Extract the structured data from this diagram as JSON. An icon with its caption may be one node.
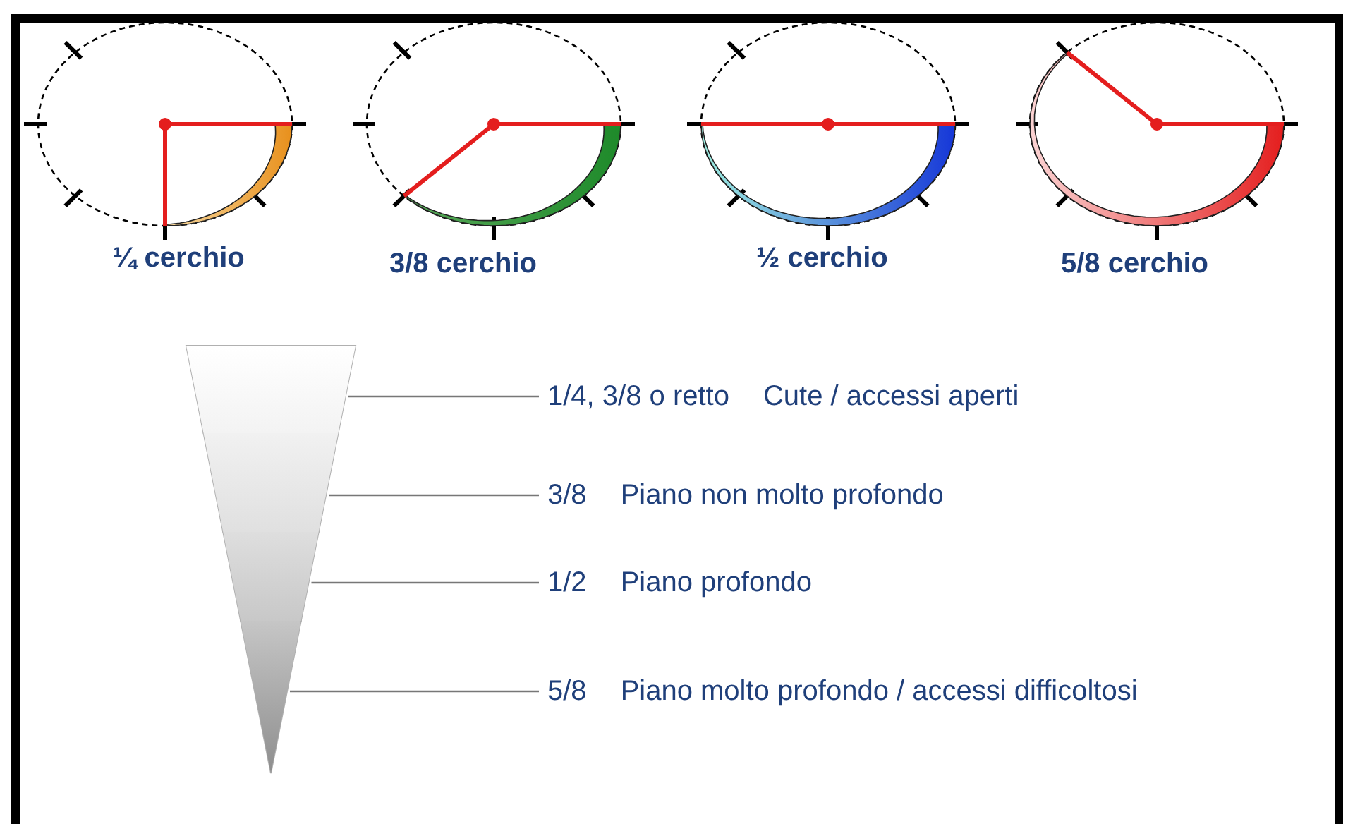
{
  "diagram": {
    "nodes": [
      {
        "text": [
          "1/4, 3/8 o retto",
          "Cute / accessi aperti"
        ]
      },
      {
        "text": [
          "3/8",
          "Piano non molto profondo"
        ]
      },
      {
        "text": [
          "1/2",
          "Piano profondo"
        ]
      },
      {
        "text": [
          "5/8",
          "Piano molto profondo / accessi difficoltosi"
        ]
      },
      {
        "text": [],
        "shape": "band"
      },
      {
        "text": [],
        "shape": "band"
      },
      {
        "text": [],
        "shape": "band"
      },
      {
        "text": [],
        "shape": "band"
      }
    ],
    "edges": [
      {
        "from": 0,
        "to": 4,
        "arrow": "none"
      },
      {
        "from": 1,
        "to": 5,
        "arrow": "none"
      },
      {
        "from": 2,
        "to": 6,
        "arrow": "none"
      },
      {
        "from": 3,
        "to": 7,
        "arrow": "none"
      }
    ],
    "labels": [
      "¼ cerchio",
      "3/8 cerchio",
      "½ cerchio",
      "5/8 cerchio"
    ]
  }
}
